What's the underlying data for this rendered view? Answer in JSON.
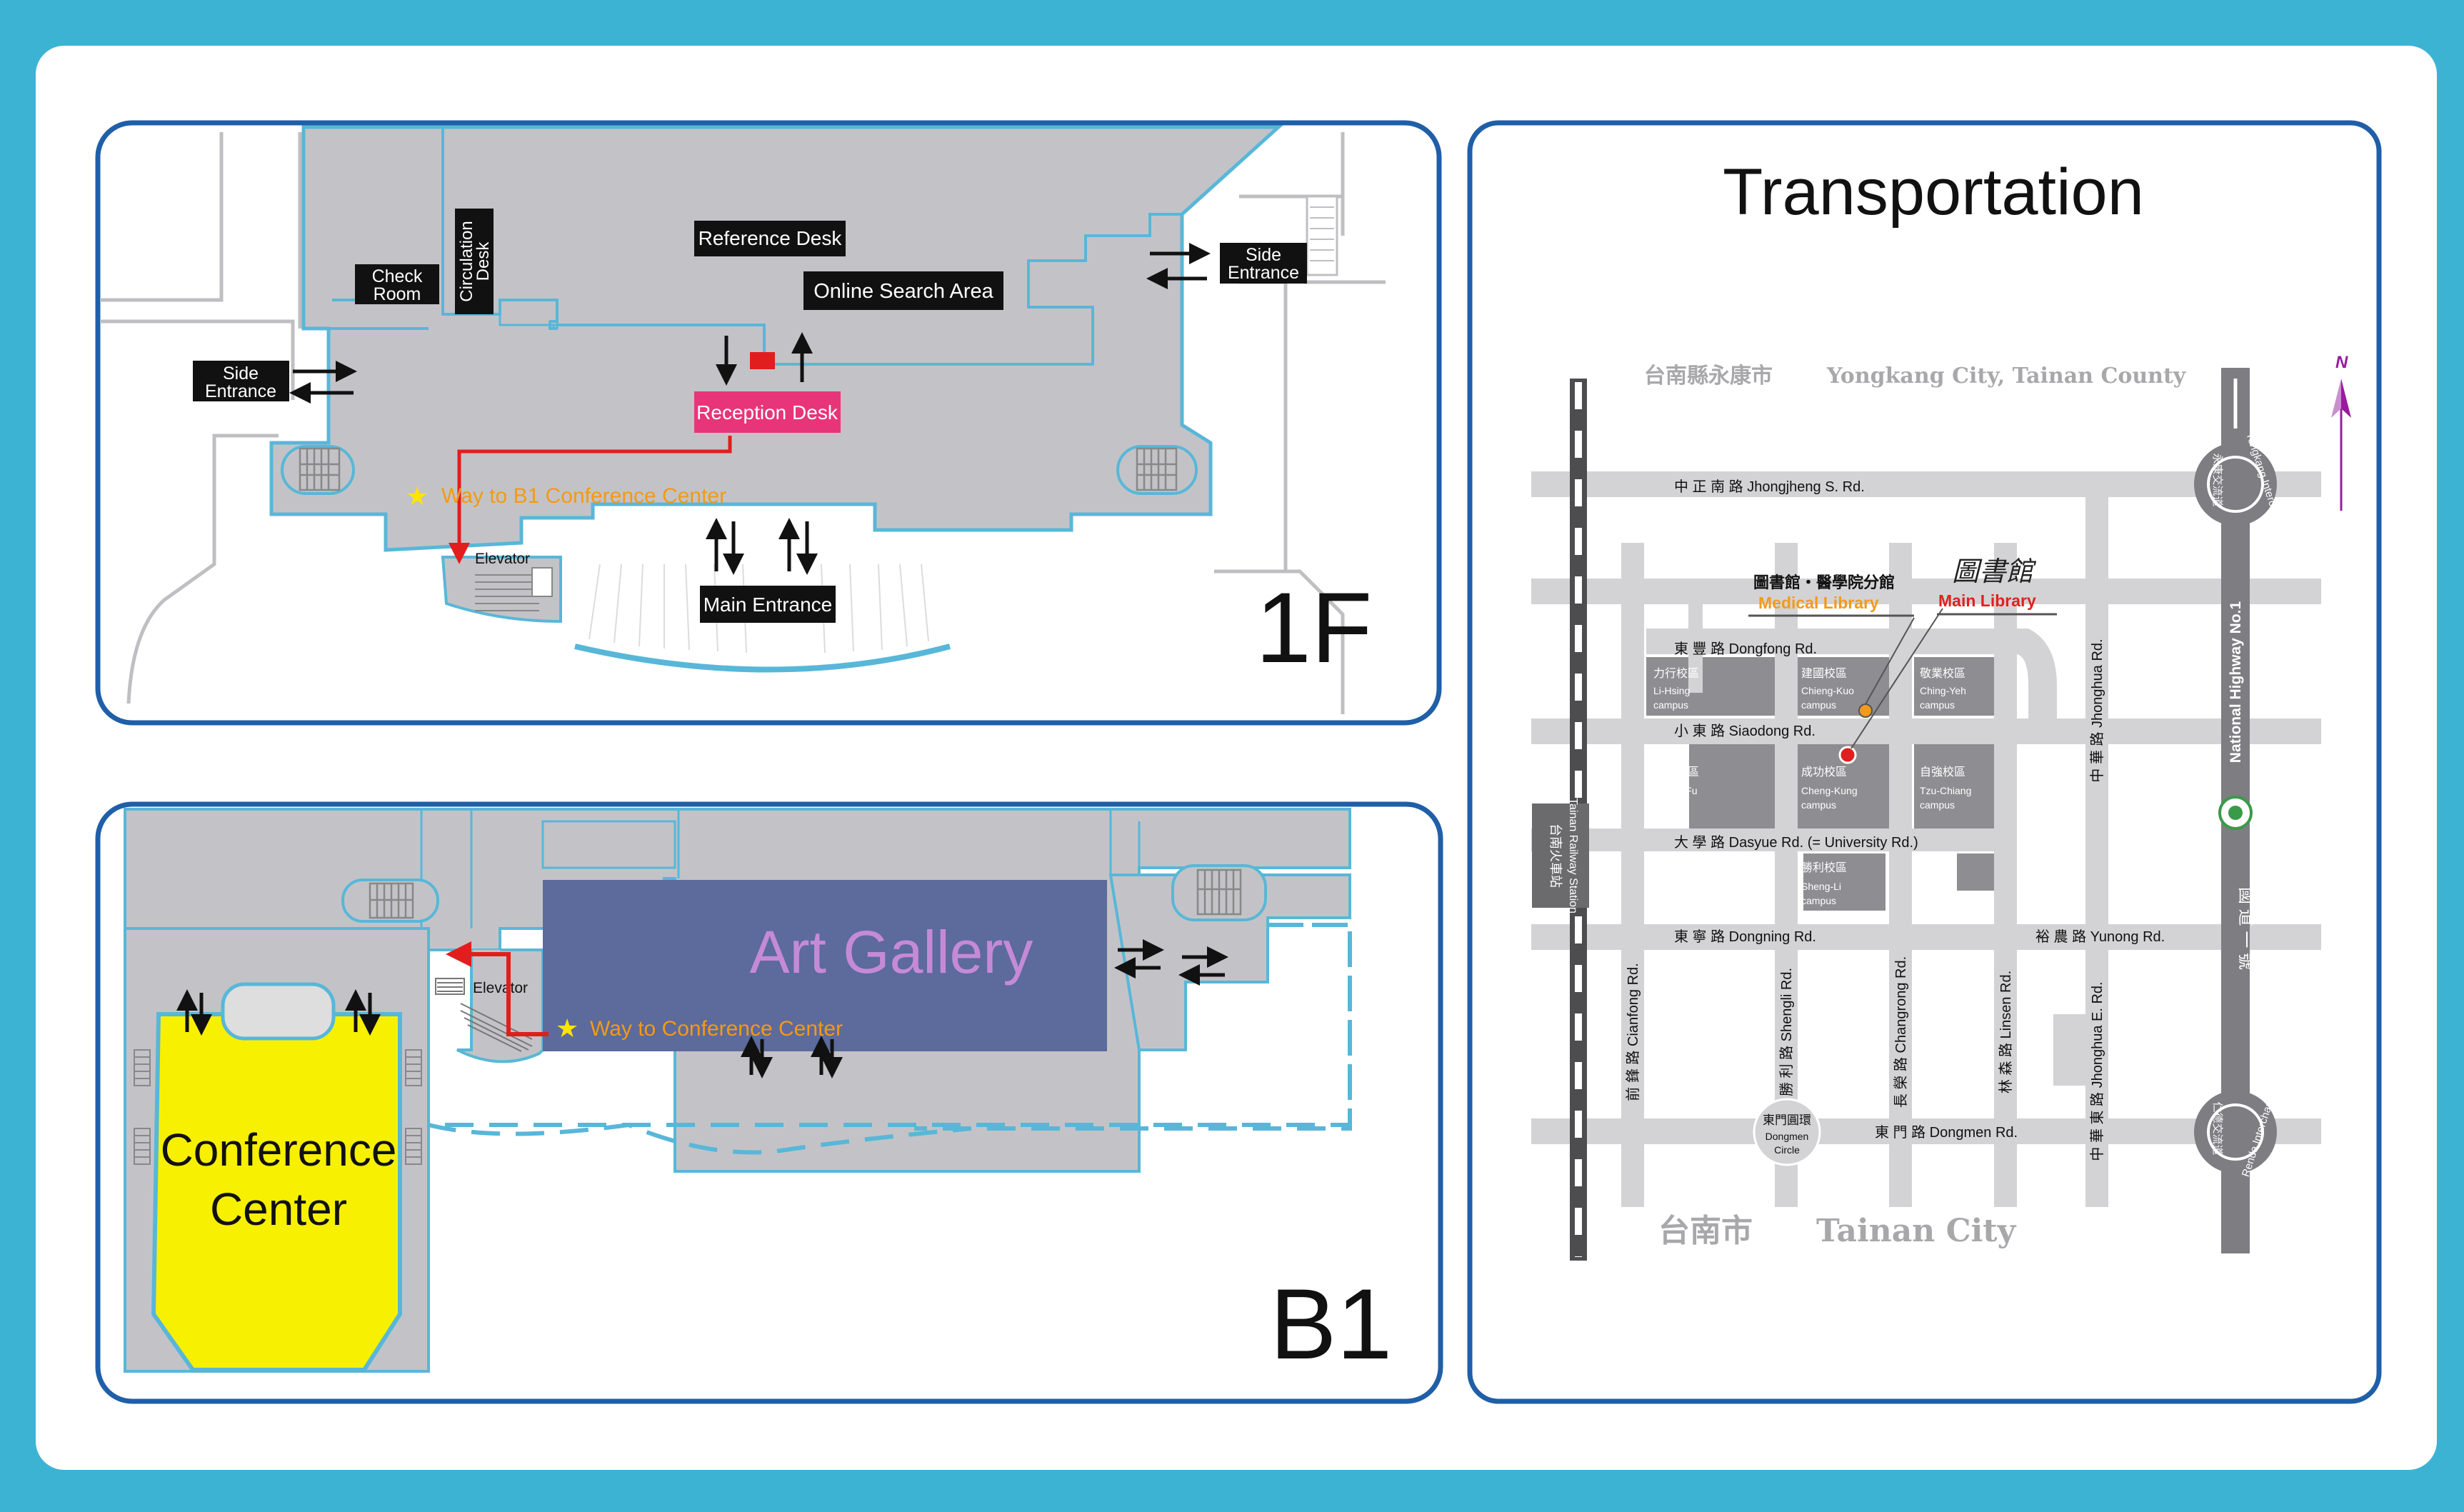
{
  "floor1": {
    "floor_label": "1F",
    "labels": {
      "reference_desk": "Reference Desk",
      "online_search_area": "Online Search Area",
      "check_room_line1": "Check",
      "check_room_line2": "Room",
      "circulation_desk_line1": "Circulation",
      "circulation_desk_line2": "Desk",
      "side_entrance_line1": "Side",
      "side_entrance_line2": "Entrance",
      "reception_desk": "Reception Desk",
      "way_to_b1": "Way to B1 Conference Center",
      "elevator": "Elevator",
      "main_entrance": "Main Entrance"
    }
  },
  "b1": {
    "floor_label": "B1",
    "labels": {
      "art_gallery": "Art Gallery",
      "elevator": "Elevator",
      "way_to_conference": "Way to Conference Center",
      "conference_line1": "Conference",
      "conference_line2": "Center"
    }
  },
  "transportation": {
    "title": "Transportation",
    "north": "N",
    "region_top_zh": "台南縣永康市",
    "region_top_en": "Yongkang City, Tainan County",
    "region_bottom_zh": "台南市",
    "region_bottom_en": "Tainan City",
    "roads": {
      "jhongjheng": "中 正 南 路  Jhongjheng S. Rd.",
      "dongfong": "東 豐 路  Dongfong Rd.",
      "siaodong": "小 東 路  Siaodong Rd.",
      "dasyue": "大 學 路  Dasyue Rd.  (= University Rd.)",
      "dongning": "東 寧 路  Dongning Rd.",
      "yunong": "裕 農 路  Yunong Rd.",
      "dongmen": "東 門 路  Dongmen Rd.",
      "cianfong": "前 鋒 路  Cianfong Rd.",
      "shengli": "勝 利 路  Shengli Rd.",
      "changrong": "長 榮 路  Changrong Rd.",
      "linsen": "林 森 路  Linsen Rd.",
      "jhonghua": "中 華 路  Jhonghua Rd.",
      "jhonghua_e": "中 華 東 路  Jhonghua E. Rd.",
      "highway_en": "National Highway No.1",
      "highway_zh": "國 道 一 號"
    },
    "interchanges": {
      "yongkang_zh": "永康交流道",
      "yongkang_en": "Yongkang Interchange",
      "rende_zh": "仁德交流道",
      "rende_en": "Rende Interchange"
    },
    "railway_station_zh": "台南火車站",
    "railway_station_en": "Tainan Railway Station",
    "dongmen_circle_zh": "東門圓環",
    "dongmen_circle_en_1": "Dongmen",
    "dongmen_circle_en_2": "Circle",
    "medical_library_zh": "圖書館・醫學院分館",
    "medical_library_en": "Medical Library",
    "main_library_zh": "圖書館",
    "main_library_en": "Main Library",
    "campuses": {
      "lihsing_zh": "力行校區",
      "lihsing_en1": "Li-Hsing",
      "lihsing_en2": "campus",
      "chiengkuo_zh": "建國校區",
      "chiengkuo_en1": "Chieng-Kuo",
      "chiengkuo_en2": "campus",
      "chingyeh_zh": "敬業校區",
      "chingyeh_en1": "Ching-Yeh",
      "chingyeh_en2": "campus",
      "kuangfu_zh": "光復校區",
      "kuangfu_en1": "Kuang-Fu",
      "kuangfu_en2": "campus",
      "chengkung_zh": "成功校區",
      "chengkung_en1": "Cheng-Kung",
      "chengkung_en2": "campus",
      "tzuchiang_zh": "自強校區",
      "tzuchiang_en1": "Tzu-Chiang",
      "tzuchiang_en2": "campus",
      "shengli_zh": "勝利校區",
      "shengli_en1": "Sheng-Li",
      "shengli_en2": "campus"
    },
    "colors": {
      "main_library": "#e02020",
      "medical_library": "#f29a1c",
      "north_arrow": "#9a1aa0"
    }
  },
  "colors": {
    "frame_bg": "#3db3d4",
    "panel_border": "#1f5fa8",
    "floor_gray": "#c2c2c6",
    "wall_blue": "#58b7d8",
    "reception": "#e8357a",
    "gallery": "#5c6a9c",
    "conference": "#f7f000"
  }
}
